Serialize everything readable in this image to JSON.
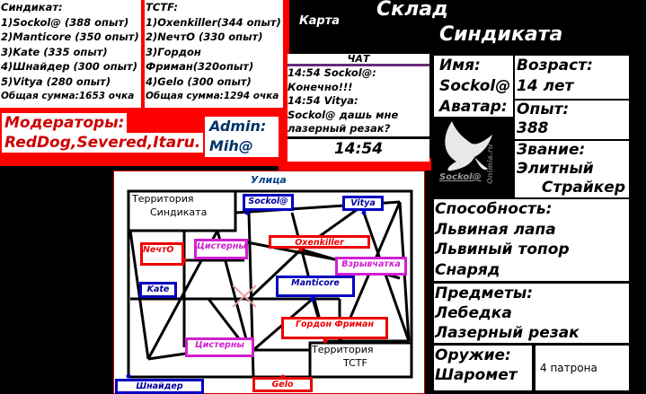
{
  "syndicate": {
    "title": "Синдикат:",
    "members": [
      "1)Sockol@ (388 опыт)",
      "2)Manticore (350 опыт)",
      "3)Kate (335 опыт)",
      "4)Шнайдер (300 опыт)",
      "5)Vitya (280 опыт)"
    ],
    "total": "Общая сумма:1653 очка"
  },
  "tctf": {
    "title": "TCTF:",
    "members": [
      "1)Oxenkiller(344 опыт)",
      "2)NечтO (330 опыт)",
      "3)Гордон",
      "Фриман(320опыт)",
      "4)Gelo (300 опыт)"
    ],
    "total": "Общая сумма:1294 очка"
  },
  "moderators": {
    "label": "Модераторы:",
    "names": "RedDog,Severed,Itaru."
  },
  "admin": {
    "label": "Admin:",
    "name": "Mih@"
  },
  "header": {
    "map_link": "Карта",
    "title_line1": "Склад",
    "title_line2": "Синдиката"
  },
  "chat": {
    "title": "ЧАТ",
    "lines": [
      "14:54 Sockol@:",
      "Конечно!!!",
      "14:54 Vitya:",
      "Sockol@ дашь мне",
      "лазерный резак?"
    ],
    "clock": "14:54"
  },
  "map": {
    "title": "Улица",
    "territory_syndicate": [
      "Территория",
      "Синдиката"
    ],
    "territory_tctf": [
      "Территория",
      "TCTF"
    ],
    "labels": {
      "sockol": "Sockol@",
      "vitya": "Vitya",
      "oxenkiller": "Oxenkiller",
      "nechto": "NечтO",
      "tanks1": "Цистерны",
      "explosives": "Взрывчатка",
      "kate": "Kate",
      "manticore": "Manticore",
      "gordon": "Гордон Фриман",
      "tanks2": "Цистерны",
      "schneider": "Шнайдер",
      "gelo": "Gelo"
    }
  },
  "profile": {
    "name_label": "Имя:",
    "name": "Sockol@",
    "avatar_label": "Аватар:",
    "avatar_caption": "Sockol@",
    "avatar_watermark": "Onimia.ru",
    "age_label": "Возраст:",
    "age": "14 лет",
    "exp_label": "Опыт:",
    "exp": "388",
    "rank_label": "Звание:",
    "rank_line1": "Элитный",
    "rank_line2": "Страйкер",
    "abilities_label": "Способность:",
    "abilities": [
      "Львиная лапа",
      "Львиный топор",
      "Снаряд"
    ],
    "items_label": "Предметы:",
    "items": [
      "Лебедка",
      "Лазерный резак"
    ],
    "weapon_label": "Оружие:",
    "weapon": "Шаромет",
    "ammo": "4 патрона"
  },
  "colors": {
    "red": "#ff0000",
    "blue": "#0000c0",
    "magenta": "#d020d0",
    "purple": "#6a2a7a"
  }
}
